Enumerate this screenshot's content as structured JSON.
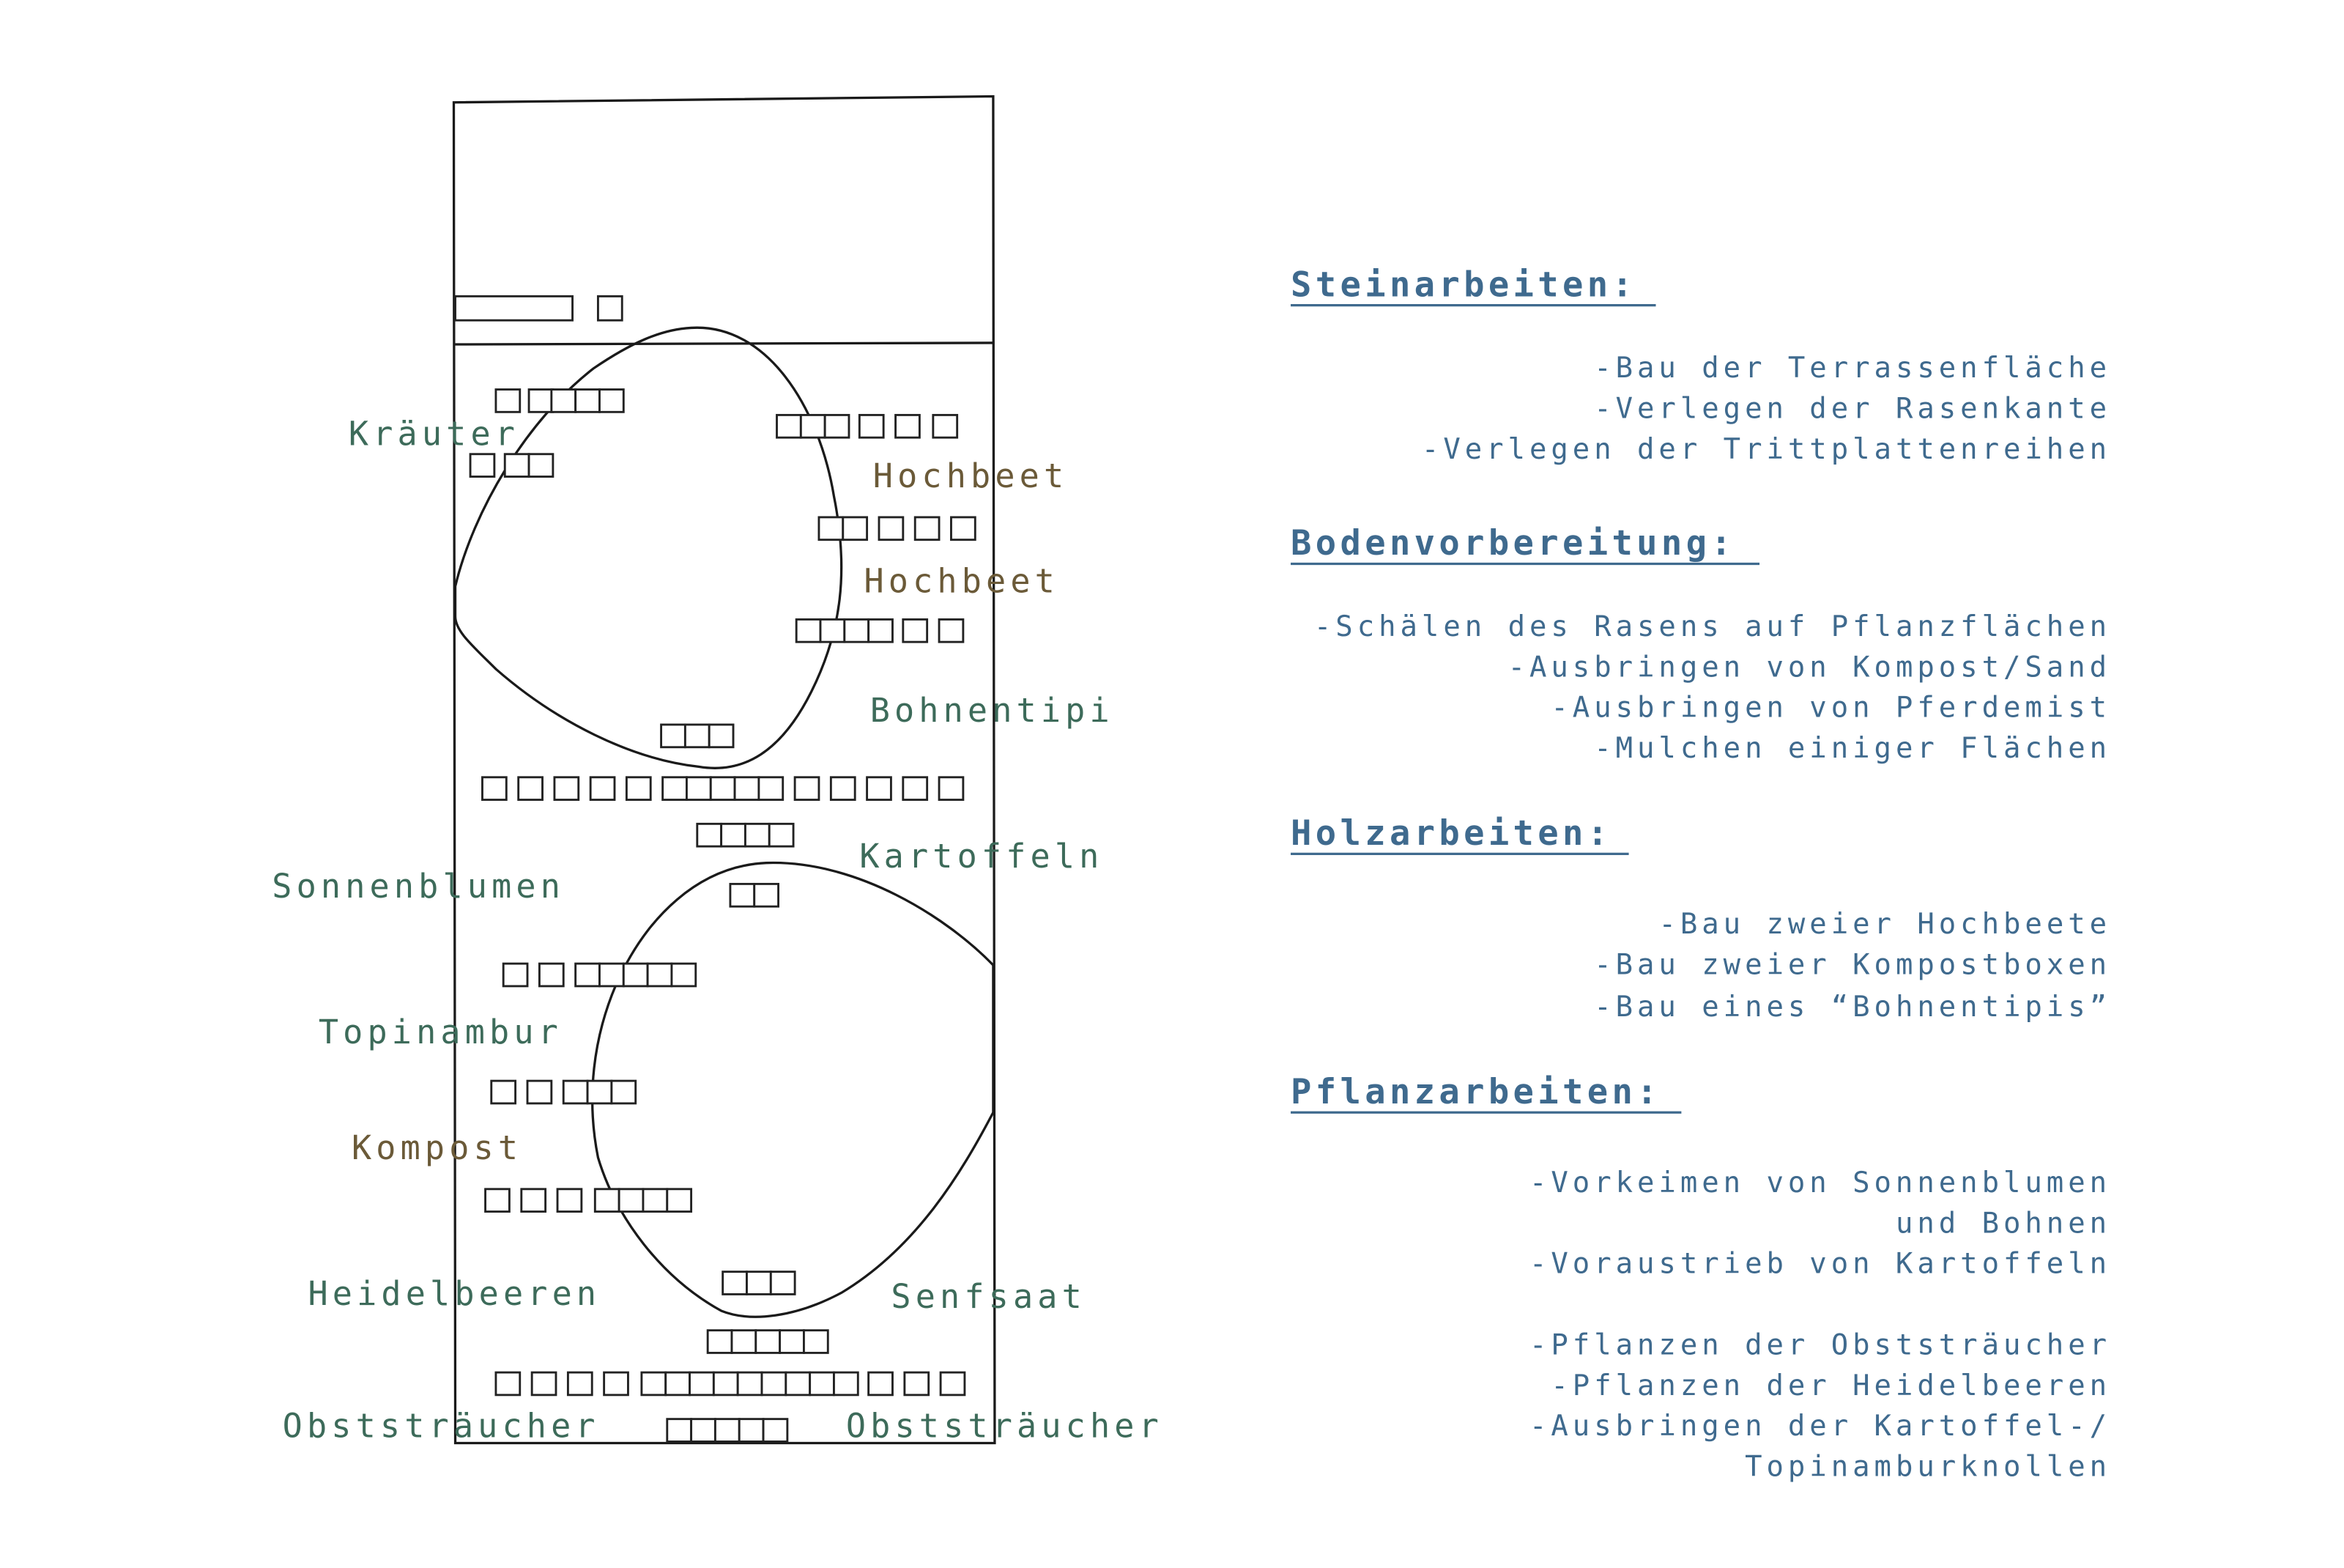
{
  "plan": {
    "labels": {
      "kraeuter": "Kräuter",
      "hochbeet_1": "Hochbeet",
      "hochbeet_2": "Hochbeet",
      "bohnentipi": "Bohnentipi",
      "kartoffeln": "Kartoffeln",
      "sonnenblumen": "Sonnenblumen",
      "topinambur": "Topinambur",
      "kompost": "Kompost",
      "heidelbeeren": "Heidelbeeren",
      "senfsaat": "Senfsaat",
      "obststraeucher_left": "Obststräucher",
      "obststraeucher_right": "Obststräucher"
    }
  },
  "tasks": {
    "steinarbeiten": {
      "title": "Steinarbeiten:",
      "items": [
        "-Bau der Terrassenfläche",
        "-Verlegen der Rasenkante",
        "-Verlegen der Trittplattenreihen"
      ]
    },
    "bodenvorbereitung": {
      "title": "Bodenvorbereitung:",
      "items": [
        "-Schälen des Rasens auf Pflanzflächen",
        "-Ausbringen von Kompost/Sand",
        "-Ausbringen von Pferdemist",
        "-Mulchen einiger Flächen"
      ]
    },
    "holzarbeiten": {
      "title": "Holzarbeiten:",
      "items": [
        "-Bau zweier Hochbeete",
        "-Bau zweier Kompostboxen",
        "-Bau eines “Bohnentipis”"
      ]
    },
    "pflanzarbeiten": {
      "title": "Pflanzarbeiten:",
      "items": [
        "-Vorkeimen von Sonnenblumen",
        "und Bohnen",
        "-Voraustrieb von Kartoffeln",
        "-Pflanzen der Obststräucher",
        "-Pflanzen der Heidelbeeren",
        "-Ausbringen der Kartoffel-/",
        "Topinamburknollen"
      ]
    }
  },
  "colors": {
    "green": "#3d6b5a",
    "brown": "#6b5a38",
    "blue": "#3f6a8e",
    "ink": "#1a1a1a"
  }
}
